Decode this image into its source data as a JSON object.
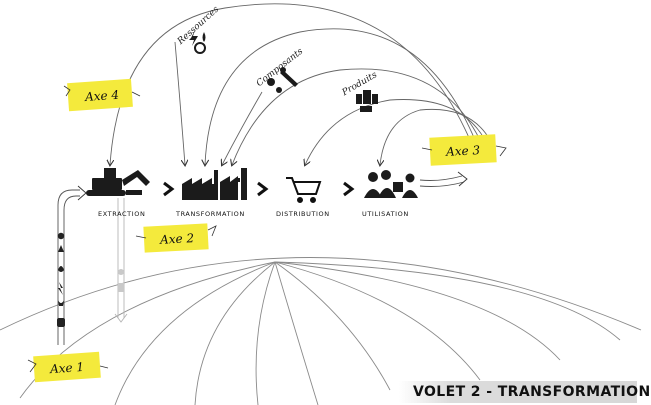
{
  "title_bar": {
    "text": "VOLET 2 - TRANSFORMATION"
  },
  "stages": {
    "extraction": "EXTRACTION",
    "transformation": "TRANSFORMATION",
    "distribution": "DISTRIBUTION",
    "utilisation": "UTILISATION"
  },
  "flows": {
    "ressources": "Ressources",
    "composants": "Composants",
    "produits": "Produits"
  },
  "axes": {
    "axe1": "Axe 1",
    "axe2": "Axe 2",
    "axe3": "Axe 3",
    "axe4": "Axe 4"
  },
  "colors": {
    "highlight": "#f4ea3c",
    "ink": "#222222",
    "faint_ink": "#9a9a9a",
    "title_bg": "#d9d9d9"
  }
}
